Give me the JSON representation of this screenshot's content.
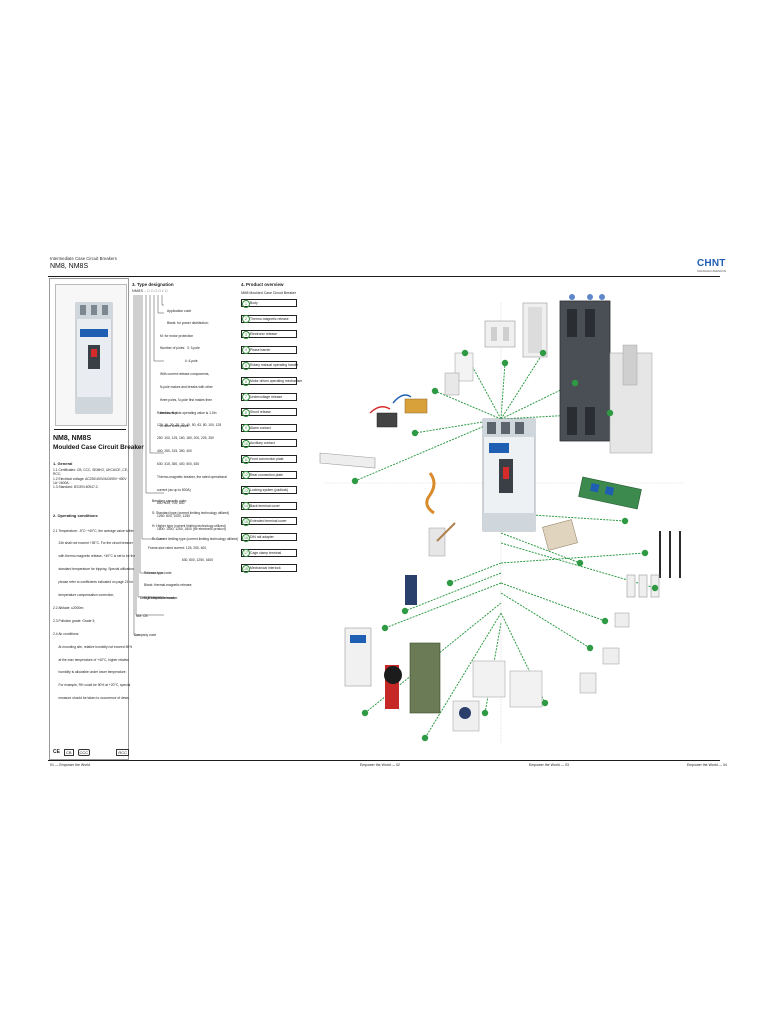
{
  "header": {
    "series": "Intermediate Case Circuit Breakers",
    "model": "NM8, NM8S",
    "brand": "CHNT",
    "brand_tagline": "SHANGHAI ZHENGTAI"
  },
  "left_panel": {
    "product_title_1": "NM8, NM8S",
    "product_title_2": "Moulded Case Circuit Breaker",
    "general_heading": "1. General",
    "general_lines": [
      "1.1 Certificates: CB, CCC, SEMKO, UKCA/CE, CE, RCC;",
      "1.2 Electrical voltage: AC230/400V/AC690V~400V",
      "          1A~1600A;",
      "1.3 Standard: IEC/EN 60947-2."
    ],
    "conditions_heading": "2. Operating conditions",
    "conditions_lines": [
      "2.1 Temperature: -5°C~+40°C, the average value within",
      "      24h shall not exceed +35°C. For the circuit breaker",
      "      with thermo-magnetic release, +40°C is set to be the",
      "      standard temperature for tripping. Special utilization,",
      "      please refer to coefficients indicated on page 21 for",
      "      temperature compensation correction;",
      "2.2 Altitude: ≤2000m;",
      "2.3 Pollution grade: Grade 3;",
      "2.4 Air conditions:",
      "      At mounting site, relative humidity not exceed 50%",
      "      at the max temperature of +40°C, higher relative",
      "      humidity is allowable under lower temperature.",
      "      For example, RH could be 90% at +20°C, special",
      "      measure should be taken to occurrence of dews."
    ],
    "cert_marks": [
      "CE",
      "CB",
      "CCC",
      "RCC"
    ]
  },
  "type_designation": {
    "heading": "3. Type designation",
    "code": "NM8S - □ □ □ □ / □",
    "items": [
      "Application code",
      "Blank: for power distribution;",
      "M: for motor protection",
      "Number of poles:  3: 3-pole",
      "                           4: 4-pole",
      "With current release components,",
      "N-pole makes and breaks with other",
      "three poles, N-pole first makes then",
      "breaks, N-pole operating value is 1.0In",
      "of other three poles",
      "Rated current:",
      "125: 16, 20, 25, 32, 40, 50, 63, 80, 100, 125",
      "250: 100, 125, 160, 180, 200, 225, 250",
      "400: 250, 315, 350, 400",
      "630: 315, 350, 400, 500, 630",
      "Thermo-magnetic breaker, the rated operational",
      "current (as up to 800A)",
      "800: 630, 700, 800",
      "1250: 800, 1000, 1250",
      "1600: 1000, 1250, 1600 (for electronic product)",
      "Breaking capacity code:",
      "S: Standard type (current limiting technology utilized)",
      "H: Higher type (current limiting technology utilized)",
      "R: Current limiting type (current limiting technology utilized)",
      "Frame-size rated current: 125, 250, 400,",
      "                                     630, 800, 1250, 1600",
      "Release type code:",
      "Blank: thermal-magnetic release;",
      "E: Electronic release;",
      "Design sequence number",
      "NM: CB",
      "Company code"
    ]
  },
  "product_overview": {
    "heading": "4. Product overview",
    "subheading": "NM8 Moulded Case Circuit Breaker",
    "items": [
      {
        "num": "1",
        "label": "Body"
      },
      {
        "num": "2",
        "label": "Thermo-magnetic release"
      },
      {
        "num": "3",
        "label": "Electronic release"
      },
      {
        "num": "4",
        "label": "Phase barrier"
      },
      {
        "num": "5",
        "label": "Rotary manual operating handle"
      },
      {
        "num": "6",
        "label": "Motor driven operating mechanism"
      },
      {
        "num": "7",
        "label": "Undervoltage release"
      },
      {
        "num": "8",
        "label": "Shunt release"
      },
      {
        "num": "9",
        "label": "Alarm contact"
      },
      {
        "num": "10",
        "label": "Auxiliary contact"
      },
      {
        "num": "11",
        "label": "Front connection plate"
      },
      {
        "num": "12",
        "label": "Rear connection plate"
      },
      {
        "num": "13",
        "label": "Locking system (padlock)"
      },
      {
        "num": "14",
        "label": "Back terminal cover"
      },
      {
        "num": "15",
        "label": "Extended terminal cover"
      },
      {
        "num": "16",
        "label": "DIN rail adapter"
      },
      {
        "num": "17",
        "label": "Cage clamp terminal"
      },
      {
        "num": "18",
        "label": "Mechanical interlock"
      }
    ]
  },
  "footer": {
    "left": "01 —  Empower the World",
    "p2": "Empower the World  —  02",
    "p3": "Empower the World  —  03",
    "p4": "Empower the World  —  04"
  },
  "colors": {
    "accent_green": "#2e9a44",
    "brand_blue": "#1f5fb3",
    "brand_red": "#d62b2b",
    "rule_dark": "#1c1c1c"
  }
}
